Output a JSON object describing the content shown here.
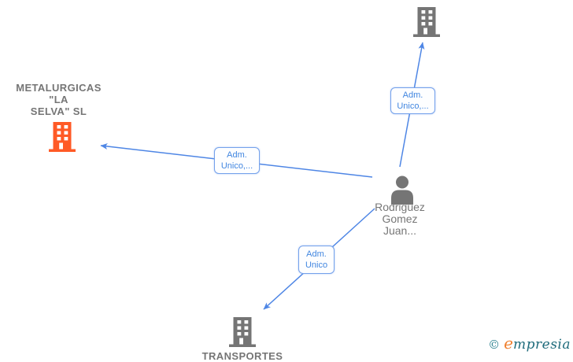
{
  "colors": {
    "edge_blue": "#4e86e5",
    "edge_label_text": "#4186e0",
    "edge_label_border": "#74a1eb",
    "node_gray": "#757575",
    "person_text_gray": "#777777",
    "highlight_orange": "#ff5a26",
    "logo_teal": "#1e6b7b",
    "logo_orange": "#f08030"
  },
  "diagram": {
    "nodes": {
      "company_metalurgicas": {
        "type": "company",
        "highlighted": true,
        "label": "METALURGICAS\n\"LA\nSELVA\" SL"
      },
      "company_top_right": {
        "type": "company",
        "highlighted": false,
        "label": ""
      },
      "company_transportes": {
        "type": "company",
        "highlighted": false,
        "label": "TRANSPORTES"
      },
      "person_rodriguez": {
        "type": "person",
        "label": "Rodriguez\nGomez\nJuan..."
      }
    },
    "edges": [
      {
        "from": "person_rodriguez",
        "to": "company_top_right",
        "label": "Adm.\nUnico,..."
      },
      {
        "from": "person_rodriguez",
        "to": "company_metalurgicas",
        "label": "Adm.\nUnico,..."
      },
      {
        "from": "person_rodriguez",
        "to": "company_transportes",
        "label": "Adm.\nUnico"
      }
    ]
  },
  "footer": {
    "copyright_symbol": "©",
    "brand_initial": "e",
    "brand_rest": "mpresia"
  }
}
